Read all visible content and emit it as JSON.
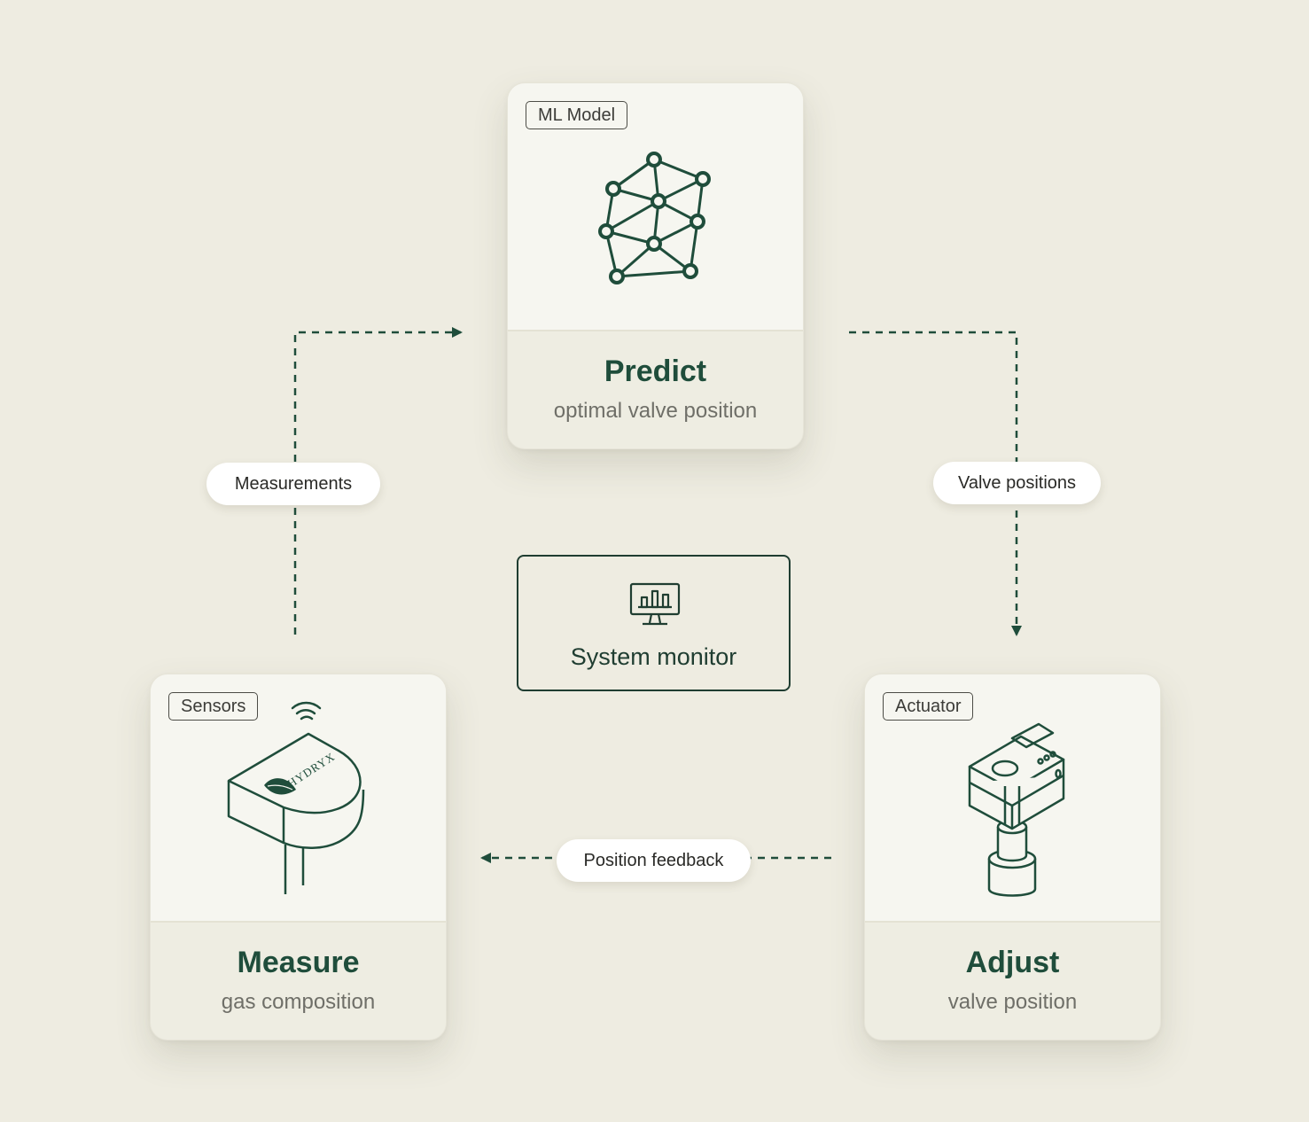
{
  "colors": {
    "background": "#eeece1",
    "accent": "#1f4d3b",
    "connector": "#1f4d3b",
    "card_art": "#f6f6f0",
    "card_base": "#eeede2"
  },
  "cards": {
    "predict": {
      "tag": "ML Model",
      "title": "Predict",
      "subtitle": "optimal valve position",
      "icon": "neural-network-icon"
    },
    "measure": {
      "tag": "Sensors",
      "title": "Measure",
      "subtitle": "gas composition",
      "icon": "sensor-device-icon",
      "brand": "HYDRYX"
    },
    "adjust": {
      "tag": "Actuator",
      "title": "Adjust",
      "subtitle": "valve position",
      "icon": "valve-actuator-icon"
    }
  },
  "connectors": {
    "measurements": "Measurements",
    "valve_positions": "Valve positions",
    "position_feedback": "Position feedback"
  },
  "monitor": {
    "label": "System monitor",
    "icon": "monitor-chart-icon"
  }
}
